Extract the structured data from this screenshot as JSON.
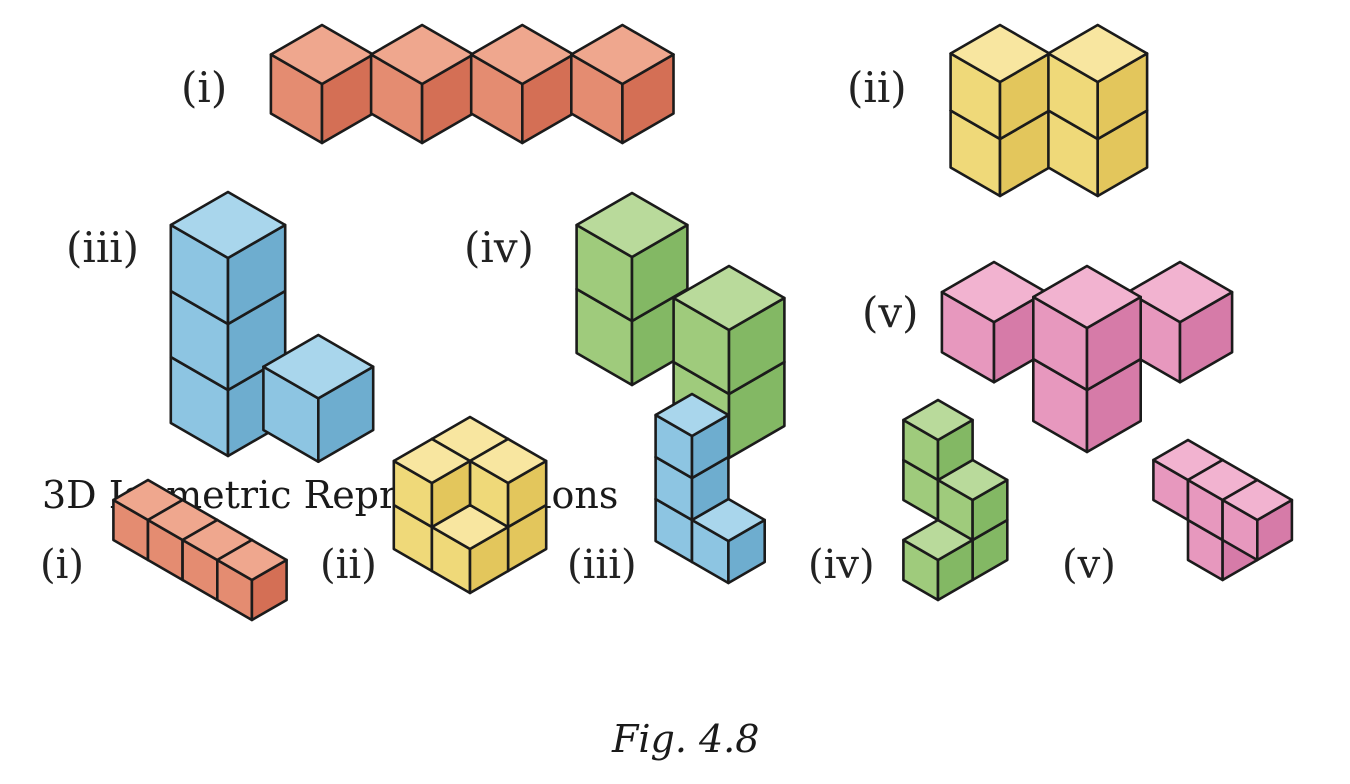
{
  "palette": {
    "orange": {
      "top": "#EFA78E",
      "left": "#E48C71",
      "right": "#D46F55"
    },
    "yellow": {
      "top": "#F8E6A0",
      "left": "#EFD979",
      "right": "#E3C65C"
    },
    "blue": {
      "top": "#A9D6EC",
      "left": "#8DC5E2",
      "right": "#6EADCF"
    },
    "green": {
      "top": "#B9DA9B",
      "left": "#9FCB7C",
      "right": "#83B864"
    },
    "pink": {
      "top": "#F2B3D0",
      "left": "#E798BE",
      "right": "#D67BA8"
    }
  },
  "top_views": [
    {
      "label": "(i)",
      "color": "orange",
      "icon": "four-cubes-row-icon"
    },
    {
      "label": "(ii)",
      "color": "yellow",
      "icon": "two-by-two-cubes-icon"
    },
    {
      "label": "(iii)",
      "color": "blue",
      "icon": "l-shape-cubes-icon"
    },
    {
      "label": "(iv)",
      "color": "green",
      "icon": "offset-columns-cubes-icon"
    },
    {
      "label": "(v)",
      "color": "pink",
      "icon": "t-shape-cubes-icon"
    }
  ],
  "section_heading": "3D Isometric Representations",
  "iso_views": [
    {
      "label": "(i)",
      "color": "orange",
      "icon": "iso-bar-icon"
    },
    {
      "label": "(ii)",
      "color": "yellow",
      "icon": "iso-block-icon"
    },
    {
      "label": "(iii)",
      "color": "blue",
      "icon": "iso-l-shape-icon"
    },
    {
      "label": "(iv)",
      "color": "green",
      "icon": "iso-step-shape-icon"
    },
    {
      "label": "(v)",
      "color": "pink",
      "icon": "iso-t-shape-icon"
    }
  ],
  "caption": "Fig. 4.8"
}
